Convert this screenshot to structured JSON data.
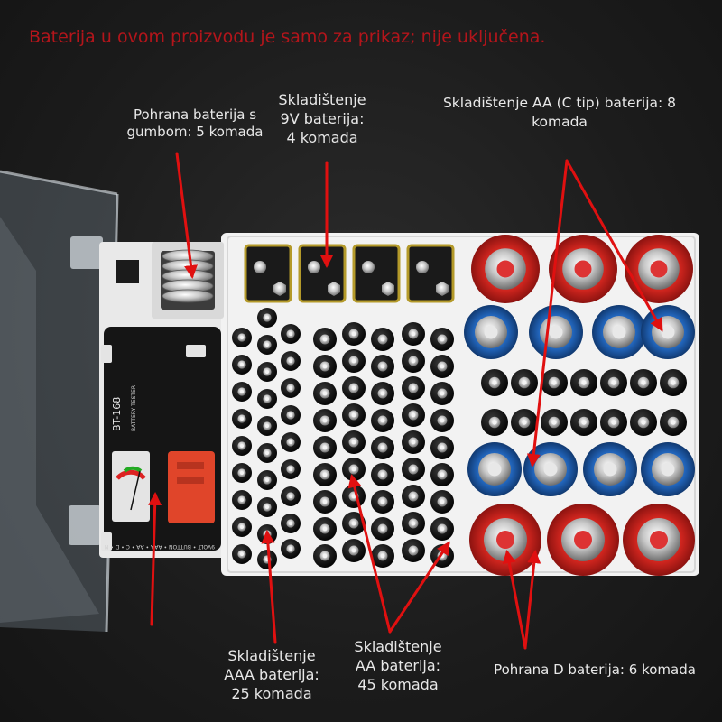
{
  "notice": "Baterija u ovom proizvodu je samo za prikaz; nije uključena.",
  "labels": {
    "button": [
      "Pohrana baterija s",
      "gumbom: 5 komada"
    ],
    "nine_volt": [
      "Skladištenje",
      "9V baterija:",
      "4 komada"
    ],
    "aa_c": [
      "Skladištenje AA (C tip) baterija: 8",
      "komada"
    ],
    "aaa": [
      "Skladištenje",
      "AAA baterija:",
      "25 komada"
    ],
    "aa": [
      "Skladištenje",
      "AA baterija:",
      "45 komada"
    ],
    "d": "Pohrana D baterija: 6 komada"
  },
  "tester": {
    "model": "BT-168",
    "subtitle": "BATTERY TESTER",
    "scale": "9VOLT • BUTTON • AAA • AA • C • D • N"
  },
  "colors": {
    "arrow": "#e01010",
    "notice": "#b3151b",
    "label": "#e8e8e8",
    "tray": "#f2f2f2",
    "battery_red": "#c9221f",
    "battery_blue": "#1d5fb0",
    "battery_black": "#151515"
  },
  "counts": {
    "button": 5,
    "nine_volt": 4,
    "c_type": 8,
    "aaa": 25,
    "aa": 45,
    "d": 6
  }
}
